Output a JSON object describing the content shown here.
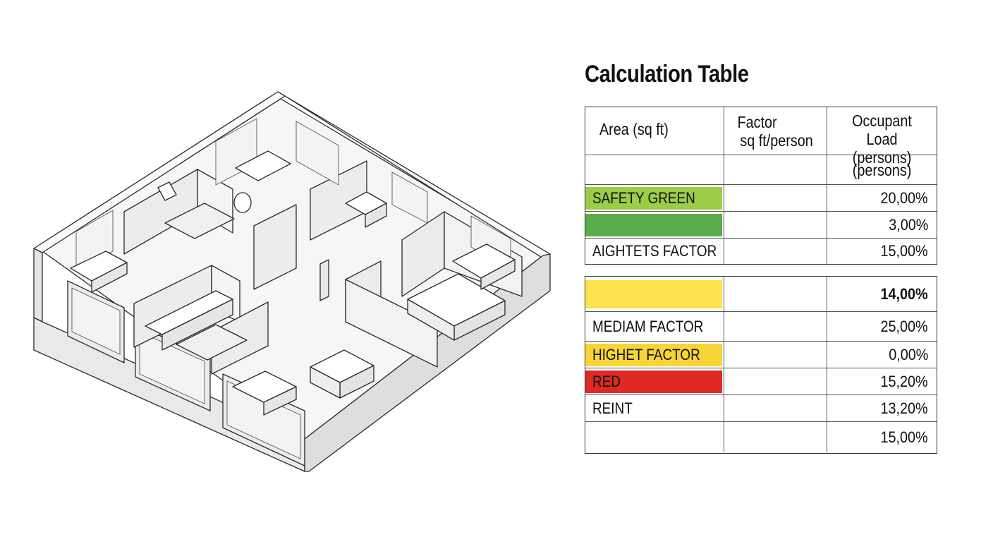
{
  "title": "Calculation Table",
  "colors": {
    "green_light": "#9bcd47",
    "green_dark": "#5aab4b",
    "yellow": "#fde14d",
    "yellow_dark": "#f8d536",
    "red": "#dd2a22"
  },
  "table": {
    "headers": {
      "area": "Area (sq ft)",
      "factor_line1": "Factor",
      "factor_line2": "sq ft/person",
      "load_line1": "Occupant Load",
      "load_line2": "(persons)"
    },
    "sub_header": "(persons)",
    "group1": [
      {
        "label": "SAFETY GREEN",
        "value": "20,00%",
        "highlight": "#9bcd47"
      },
      {
        "label": "",
        "value": "3,00%",
        "highlight": "#5aab4b"
      },
      {
        "label": "AIGHTETS FACTOR",
        "value": "15,00%",
        "highlight": ""
      }
    ],
    "group2": [
      {
        "label": "",
        "value": "14,00%",
        "highlight": "#fde14d"
      },
      {
        "label": "MEDIAM FACTOR",
        "value": "25,00%",
        "highlight": ""
      },
      {
        "label": "HIGHET FACTOR",
        "value": "0,00%",
        "highlight": "#f8d536"
      },
      {
        "label": "RED",
        "value": "15,20%",
        "highlight": "#dd2a22"
      },
      {
        "label": "REINT",
        "value": "13,20%",
        "highlight": ""
      },
      {
        "label": "",
        "value": "15,00%",
        "highlight": ""
      }
    ]
  }
}
